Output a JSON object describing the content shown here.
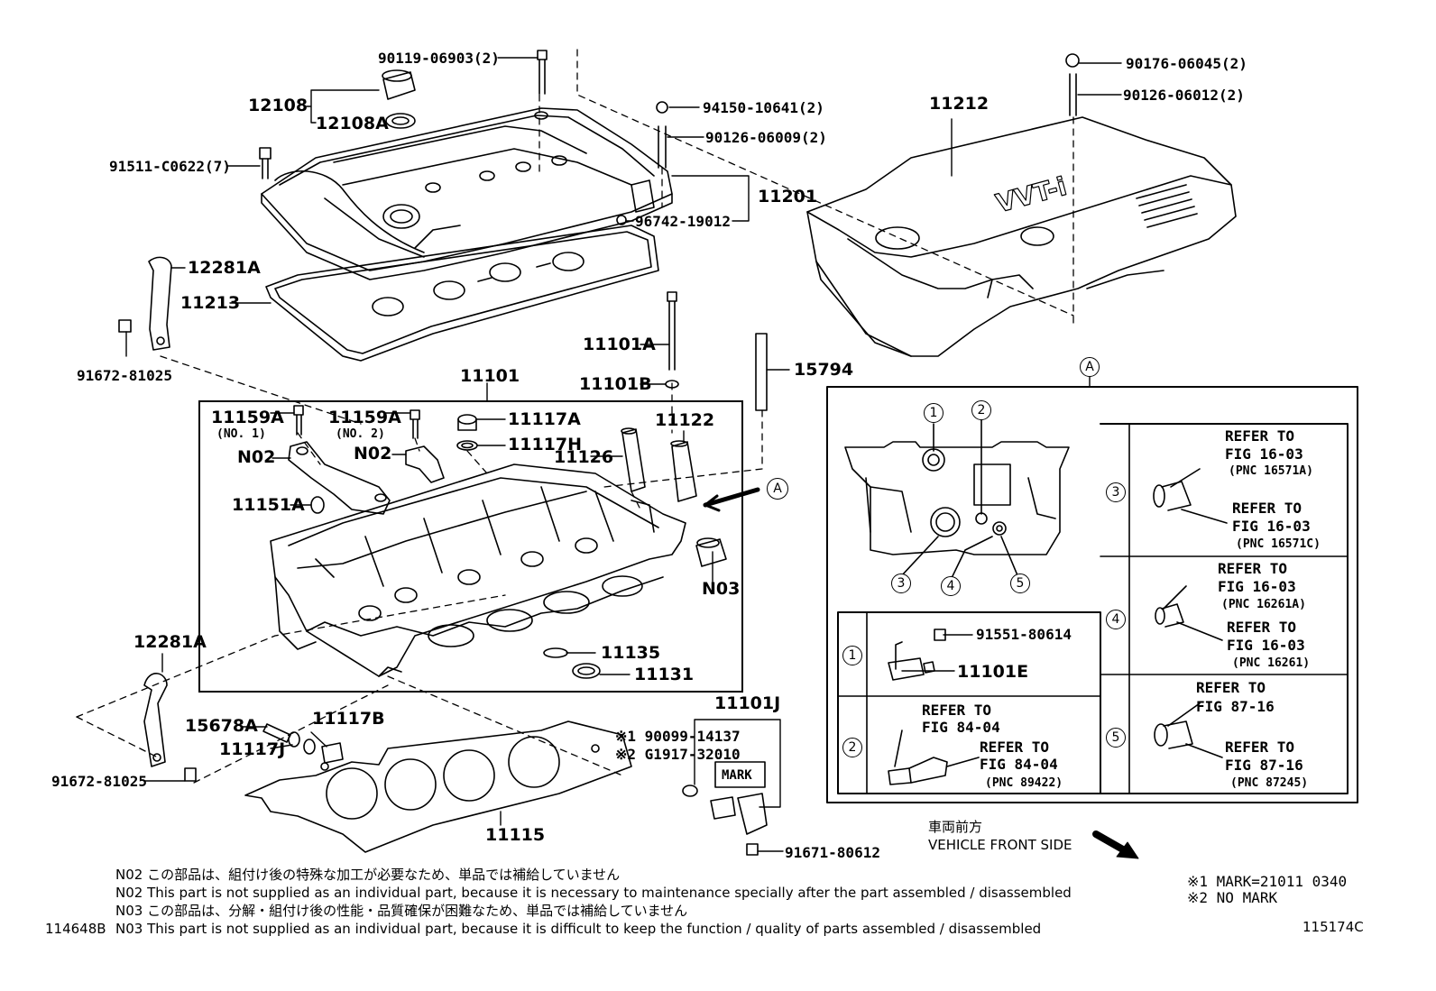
{
  "parts": {
    "p90119": "90119-06903(2)",
    "p12108": "12108",
    "p12108A": "12108A",
    "p91511": "91511-C0622(7)",
    "p12281A_top": "12281A",
    "p11213": "11213",
    "p91672_top": "91672-81025",
    "p94150": "94150-10641(2)",
    "p90126_09": "90126-06009(2)",
    "p11201": "11201",
    "p96742": "96742-19012",
    "p11101A": "11101A",
    "p11101B": "11101B",
    "p15794": "15794",
    "p90176": "90176-06045(2)",
    "p90126_12": "90126-06012(2)",
    "p11212": "11212",
    "p11101": "11101",
    "p11159A_1": "11159A",
    "p11159A_1_sub": "(NO. 1)",
    "p11159A_2": "11159A",
    "p11159A_2_sub": "(NO. 2)",
    "p11117A": "11117A",
    "p11117H": "11117H",
    "p11122": "11122",
    "p11126": "11126",
    "p N02a": "N02",
    "pN02a": "N02",
    "pN02b": "N02",
    "p11151A": "11151A",
    "pN03": "N03",
    "p11135": "11135",
    "p11131": "11131",
    "p12281A_bot": "12281A",
    "p15678A": "15678A",
    "p11117B": "11117B",
    "p11117J": "11117J",
    "p91672_bot": "91672-81025",
    "p11115": "11115",
    "p11101J": "11101J",
    "p90099": "※1 90099-14137",
    "pG1917": "※2 G1917-32010",
    "mark": "MARK",
    "p91671": "91671-80612",
    "markerA": "A"
  },
  "detail": {
    "title": "A",
    "callouts": [
      "1",
      "2",
      "3",
      "4",
      "5"
    ],
    "row1_num": "1",
    "row1_p1": "91551-80614",
    "row1_p2": "11101E",
    "row2_num": "2",
    "row2_ref1a": "REFER TO",
    "row2_ref1b": "FIG 84-04",
    "row2_ref2a": "REFER TO",
    "row2_ref2b": "FIG 84-04",
    "row2_ref2c": "(PNC 89422)",
    "row3_num": "3",
    "row3_ref1a": "REFER TO",
    "row3_ref1b": "FIG 16-03",
    "row3_ref1c": "(PNC 16571A)",
    "row3_ref2a": "REFER TO",
    "row3_ref2b": "FIG 16-03",
    "row3_ref2c": "(PNC 16571C)",
    "row4_num": "4",
    "row4_ref1a": "REFER TO",
    "row4_ref1b": "FIG 16-03",
    "row4_ref1c": "(PNC 16261A)",
    "row4_ref2a": "REFER TO",
    "row4_ref2b": "FIG 16-03",
    "row4_ref2c": "(PNC 16261)",
    "row5_num": "5",
    "row5_ref1a": "REFER TO",
    "row5_ref1b": "FIG 87-16",
    "row5_ref2a": "REFER TO",
    "row5_ref2b": "FIG 87-16",
    "row5_ref2c": "(PNC 87245)"
  },
  "front": {
    "jp": "車両前方",
    "en": "VEHICLE FRONT SIDE"
  },
  "marks": {
    "m1": "※1 MARK=21011 0340",
    "m2": "※2 NO MARK"
  },
  "notes": {
    "n1": "N02  この部品は、組付け後の特殊な加工が必要なため、単品では補給していません",
    "n2": "N02  This part is not supplied as an individual part, because it is necessary to maintenance specially after the part assembled / disassembled",
    "n3": "N03  この部品は、分解・組付け後の性能・品質確保が困難なため、単品では補給していません",
    "n4": "N03  This part is not supplied as an individual part, because it is difficult to keep the function / quality of parts  assembled / disassembled"
  },
  "fig_left": "114648B",
  "fig_right": "115174C",
  "cover_text": "VVT-i"
}
